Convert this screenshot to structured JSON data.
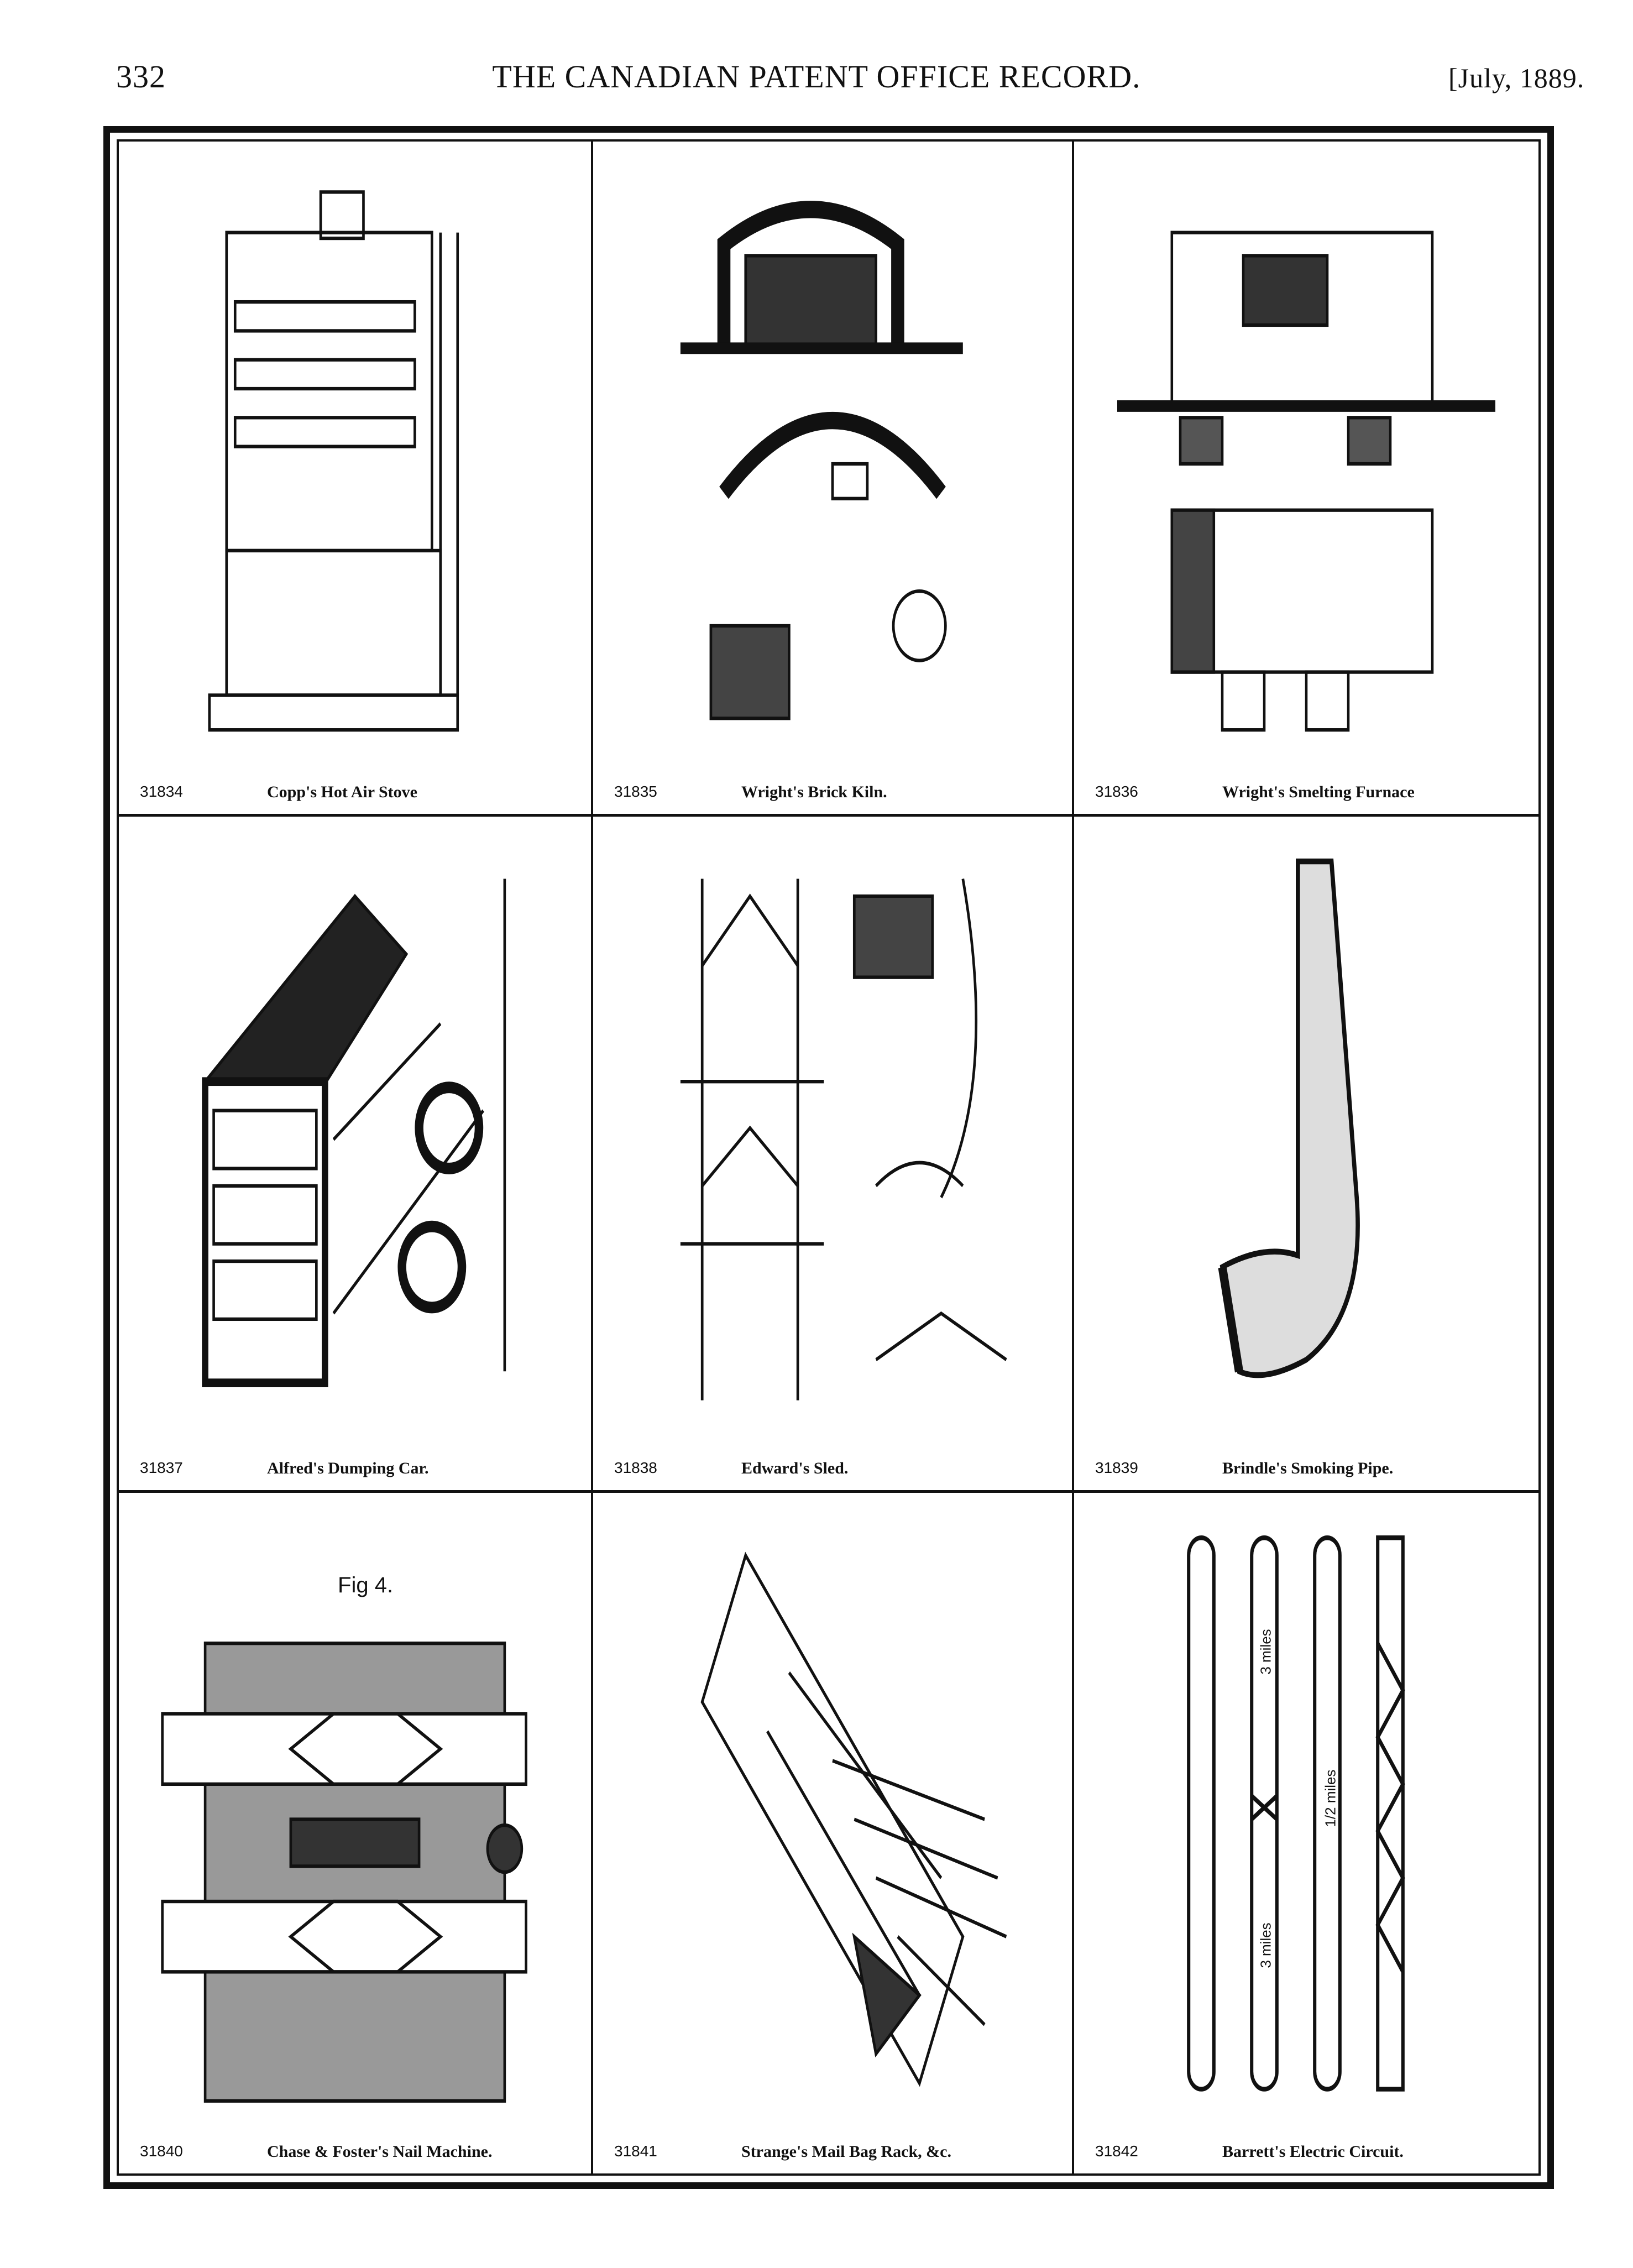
{
  "header": {
    "page_number": "332",
    "title": "THE CANADIAN PATENT OFFICE RECORD.",
    "date": "[July, 1889."
  },
  "patents": [
    {
      "number": "31834",
      "title": "Copp's Hot Air Stove"
    },
    {
      "number": "31835",
      "title": "Wright's Brick Kiln."
    },
    {
      "number": "31836",
      "title": "Wright's Smelting Furnace"
    },
    {
      "number": "31837",
      "title": "Alfred's Dumping Car."
    },
    {
      "number": "31838",
      "title": "Edward's Sled."
    },
    {
      "number": "31839",
      "title": "Brindle's Smoking Pipe."
    },
    {
      "number": "31840",
      "title": "Chase & Foster's Nail Machine."
    },
    {
      "number": "31841",
      "title": "Strange's Mail Bag Rack, &c."
    },
    {
      "number": "31842",
      "title": "Barrett's Electric Circuit."
    }
  ],
  "figure_labels": {
    "nail_machine": "Fig 4.",
    "circuit_a": "3 miles",
    "circuit_b": "1/2 miles",
    "circuit_c": "3 miles"
  }
}
